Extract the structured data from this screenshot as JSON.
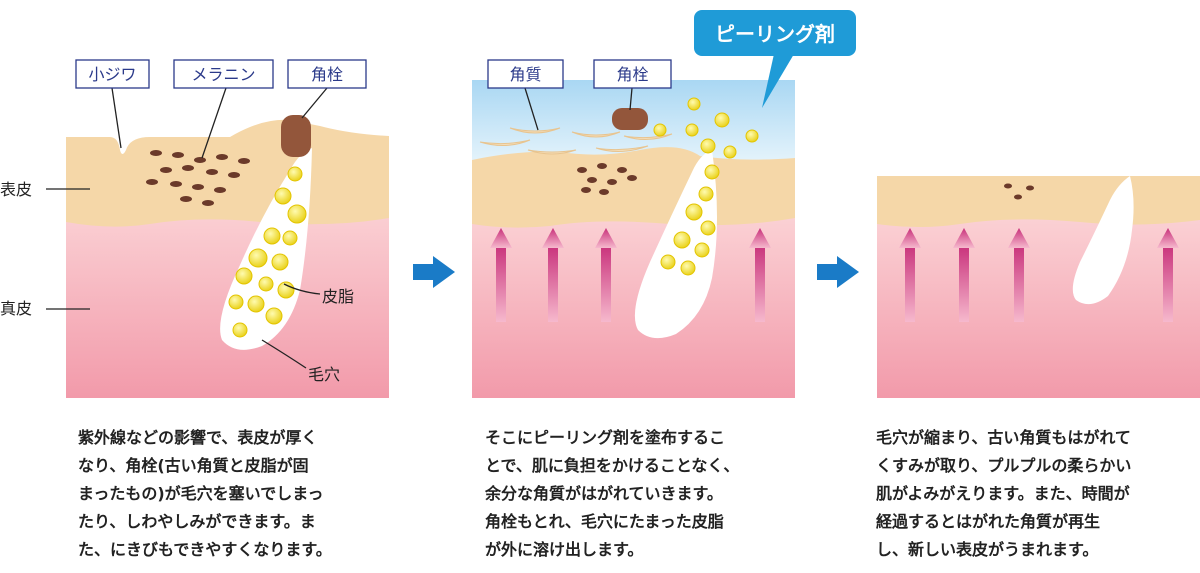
{
  "layers": {
    "epidermis": "表皮",
    "dermis": "真皮"
  },
  "panel1": {
    "boxes": {
      "wrinkle": "小ジワ",
      "melanin": "メラニン",
      "plug": "角栓"
    },
    "labels": {
      "sebum": "皮脂",
      "pore": "毛穴"
    },
    "caption": [
      "紫外線などの影響で、表皮が厚く",
      "なり、角栓(古い角質と皮脂が固",
      "まったもの)が毛穴を塞いでしまっ",
      "たり、しわやしみができます。ま",
      "た、にきびもできやすくなります。"
    ]
  },
  "panel2": {
    "boxes": {
      "keratin": "角質",
      "plug": "角栓"
    },
    "agent": "ピーリング剤",
    "caption": [
      "そこにピーリング剤を塗布するこ",
      "とで、肌に負担をかけることなく、",
      "余分な角質がはがれていきます。",
      "角栓もとれ、毛穴にたまった皮脂",
      "が外に溶け出します。"
    ]
  },
  "panel3": {
    "caption": [
      "毛穴が縮まり、古い角質もはがれて",
      "くすみが取り、プルプルの柔らかい",
      "肌がよみがえります。また、時間が",
      "経過するとはがれた角質が再生",
      "し、新しい表皮がうまれます。"
    ]
  },
  "colors": {
    "epidermis": "#f5d7a8",
    "dermis": "#f6b8c2",
    "pore": "#ffffff",
    "sebum": "#f1e230",
    "plug": "#93563b",
    "melanin": "#6b3a2a",
    "boxBorder": "#2b3a8a",
    "arrowBlue": "#1a7bc7",
    "peelBlue": "#1f9bd7",
    "upArrow": "#d0367a"
  }
}
